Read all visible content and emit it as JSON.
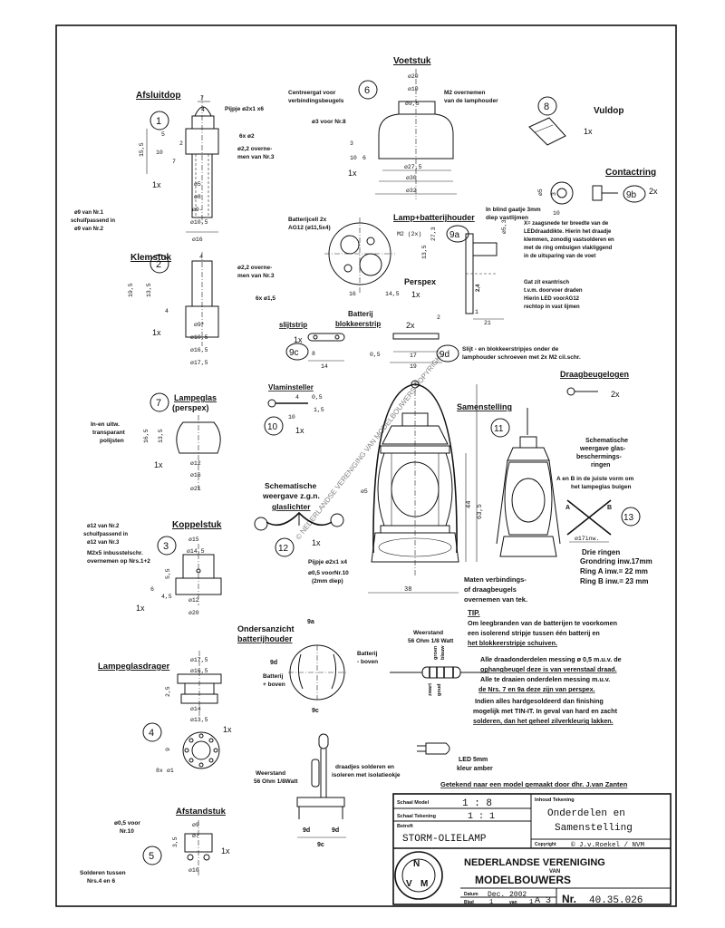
{
  "parts": {
    "p1": {
      "number": "1",
      "title": "Afsluitdop",
      "qty": "1x",
      "notes": [
        "Pijpje ø2x1 x6",
        "6x ø2",
        "ø2,2 overne-",
        "men van Nr.3"
      ],
      "dims": [
        "7",
        "4",
        "15,5",
        "5",
        "10",
        "7",
        "2",
        "ø5",
        "ø8",
        "ø9-",
        "ø10,5",
        "ø16"
      ],
      "side_note": [
        "ø9 van Nr.1",
        "schuifpassend in",
        "ø9 van Nr.2"
      ]
    },
    "p2": {
      "number": "2",
      "title": "Klemstuk",
      "qty": "1x",
      "notes": [
        "ø2,2 overne-",
        "men van Nr.3",
        "6x ø1,5"
      ],
      "dims": [
        "4",
        "19,5",
        "13,5",
        "4",
        "ø9*",
        "ø10,5",
        "ø16,5",
        "ø17,5"
      ]
    },
    "p3": {
      "number": "3",
      "title": "Koppelstuk",
      "qty": "1x",
      "notes": [
        "M2x5 inbusstelschr.",
        "overnemen op Nrs.1+2"
      ],
      "dims": [
        "ø15",
        "ø14,5",
        "5,5",
        "6",
        "4,5",
        "ø12",
        "ø20"
      ],
      "side_note": [
        "ø12 van Nr.2",
        "schuifpassend in",
        "ø12 van Nr.3"
      ]
    },
    "p4": {
      "number": "4",
      "title": "Lampeglasdrager",
      "qty": "1x",
      "dims": [
        "ø17,5",
        "ø16,5",
        "ø14",
        "ø13,5",
        "2,5",
        "9",
        "8x",
        "ø1"
      ]
    },
    "p5": {
      "number": "5",
      "title": "Afstandstuk",
      "qty": "1x",
      "notes": [
        "ø0,5 voor",
        "Nr.10"
      ],
      "dims": [
        "ø9",
        "ø7",
        "3,5",
        "ø10"
      ],
      "side_note": [
        "Solderen tussen",
        "Nrs.4 en 6"
      ]
    },
    "p6": {
      "number": "6",
      "title": "Voetstuk",
      "qty": "1x",
      "notes": [
        "Centreergat voor",
        "verbindingsbeugels",
        "M2 overnemen",
        "van de lamphouder",
        "ø3 voor Nr.8"
      ],
      "dims": [
        "ø20",
        "ø10",
        "ø9,5",
        "ø27,5",
        "ø30",
        "ø32",
        "3",
        "10",
        "6"
      ]
    },
    "p7": {
      "number": "7",
      "title": "Lampeglas",
      "subtitle": "(perspex)",
      "qty": "1x",
      "notes": [
        "In-en uitw.",
        "transparant",
        "polijsten"
      ],
      "dims": [
        "16,5",
        "13,5",
        "ø12",
        "ø16",
        "ø21"
      ]
    },
    "p8": {
      "number": "8",
      "title": "Vuldop",
      "qty": "1x"
    },
    "p9": {
      "number": "9",
      "title": "Contactring",
      "qty": "2x",
      "label": "9b",
      "dims": [
        "ø5",
        "3",
        "10"
      ],
      "notes": [
        "In blind gaatje 3mm",
        "diep vastlijmen"
      ]
    },
    "p9a": {
      "label": "9a",
      "title": "Lamp+batterijhouder",
      "qty": "1x",
      "notes": [
        "Batterijcell 2x",
        "AG12 (ø11,5x4)",
        "Perspex",
        "X= zaagsnede ter breedte van de",
        "LEDdraaddikte. Hierin het draadje",
        "klemmen, zonodig vastsolderen en",
        "met de ring ombuigen vlakliggend",
        "in de uitsparing van de voet",
        "Gat zit exantrisch",
        "t.v.m. doorvoer draden",
        "Hierin LED voorAG12",
        "rechtop  in vast lijmen"
      ],
      "dims": [
        "M2 (2x)",
        "16",
        "14,5",
        "ø5,3",
        "13,5",
        "1",
        "21",
        "27,3",
        "2,4"
      ]
    },
    "p9c": {
      "label": "9c",
      "title": "slijtstrip",
      "qty": "1x",
      "dims": [
        "8",
        "14",
        "0,5"
      ]
    },
    "p9d": {
      "label": "9d",
      "title": "Batterij",
      "title2": "blokkeerstrip",
      "qty": "2x",
      "dims": [
        "17",
        "19",
        "2"
      ],
      "notes": [
        "Slijt - en blokkeerstripjes onder de",
        "lamphouder schroeven met 2x M2 cil.schr."
      ]
    },
    "p10": {
      "number": "10",
      "title": "Vlaminsteller",
      "qty": "1x",
      "dims": [
        "10",
        "4",
        "0,5",
        "1,5"
      ]
    },
    "p11": {
      "number": "11",
      "title": "Samenstelling",
      "dims": [
        "ø5",
        "44",
        "63,5",
        "38"
      ],
      "notes": [
        "Maten verbindings-",
        "of draagbeugels",
        "overnemen van tek."
      ]
    },
    "p12": {
      "number": "12",
      "title": "Schematische",
      "title2": "weergave z.g.n.",
      "title3": "glaslichter",
      "qty": "1x",
      "notes": [
        "Pijpje ø2x1 x4",
        "ø0,5 voorNr.10",
        "(2mm diep)"
      ]
    },
    "p13": {
      "number": "13",
      "title": "Draagbeugelogen",
      "qty": "2x",
      "notes": [
        "Schematische",
        "weergave glas-",
        "beschermings-",
        "ringen",
        "A en B in de juiste vorm om",
        "het lampeglas buigen",
        "Drie ringen",
        "Grondring inw.17mm",
        "Ring A inw.= 22 mm",
        "Ring B inw.= 23 mm"
      ],
      "labels": [
        "A",
        "B",
        "ø17inw."
      ]
    }
  },
  "bottom_view": {
    "title": "Ondersanzicht",
    "title2": "batterijhouder",
    "labels": [
      "9a",
      "9d",
      "Batterij",
      "+ boven",
      "Batterij",
      "- boven",
      "9c"
    ]
  },
  "resistor": {
    "title": "Weerstand",
    "subtitle": "56 Ohm 1/8 Watt",
    "bands": [
      "groen",
      "blauw",
      "zwart",
      "goud"
    ]
  },
  "led": {
    "label": "LED 5mm",
    "sublabel": "kleur amber"
  },
  "wiring": {
    "labels": [
      "Weerstand",
      "56 Ohm 1/8Watt",
      "draadjes solderen en",
      "isoleren met isolatieokje",
      "9d",
      "9d",
      "9c"
    ]
  },
  "tips": {
    "title": "TIP.",
    "lines": [
      "Om leegbranden van de batterijen te voorkomen",
      "een isolerend stripje tussen één batterij en",
      "het blokkeerstripje schuiven.",
      "Alle draadonderdelen messing ø 0,5 m.u.v. de",
      "ophangbeugel deze is van verenstaal draad.",
      "Alle te draaien onderdelen messing m.u.v.",
      "de Nrs. 7 en 9a deze zijn van perspex.",
      "Indien alles hardgesoldeerd dan finishing",
      "mogelijk met TIN-IT. In geval van hard en zacht",
      "solderen, dan het geheel zilverkleurig lakken."
    ]
  },
  "watermark": "© NEDERLANDSE VERENIGING VAN MODELBOUWERS COPYRIGHT",
  "drawn_by": "Getekend naar een model gemaakt door dhr. J.van Zanten",
  "title_block": {
    "schaal_model_label": "Schaal Model",
    "schaal_model": "1 : 8",
    "schaal_tekening_label": "Schaal Tekening",
    "schaal_tekening": "1 : 1",
    "betreft_label": "Betreft",
    "betreft": "STORM-OLIELAMP",
    "inhoud_label": "Inhoud Tekening",
    "inhoud1": "Onderdelen en",
    "inhoud2": "Samenstelling",
    "copyright_label": "Copyright",
    "copyright": "© J.v.Roekel / NVM",
    "org1": "NEDERLANDSE VERENIGING",
    "org_van": "VAN",
    "org2": "MODELBOUWERS",
    "logo_letters": [
      "N",
      "V",
      "M"
    ],
    "datum_label": "Datum",
    "datum": "Dec. 2002",
    "blad_label": "Blad",
    "blad": "1",
    "van_label": "van",
    "van": "1",
    "format": "A 3",
    "nr_label": "Nr.",
    "nr": "40.35.026"
  }
}
